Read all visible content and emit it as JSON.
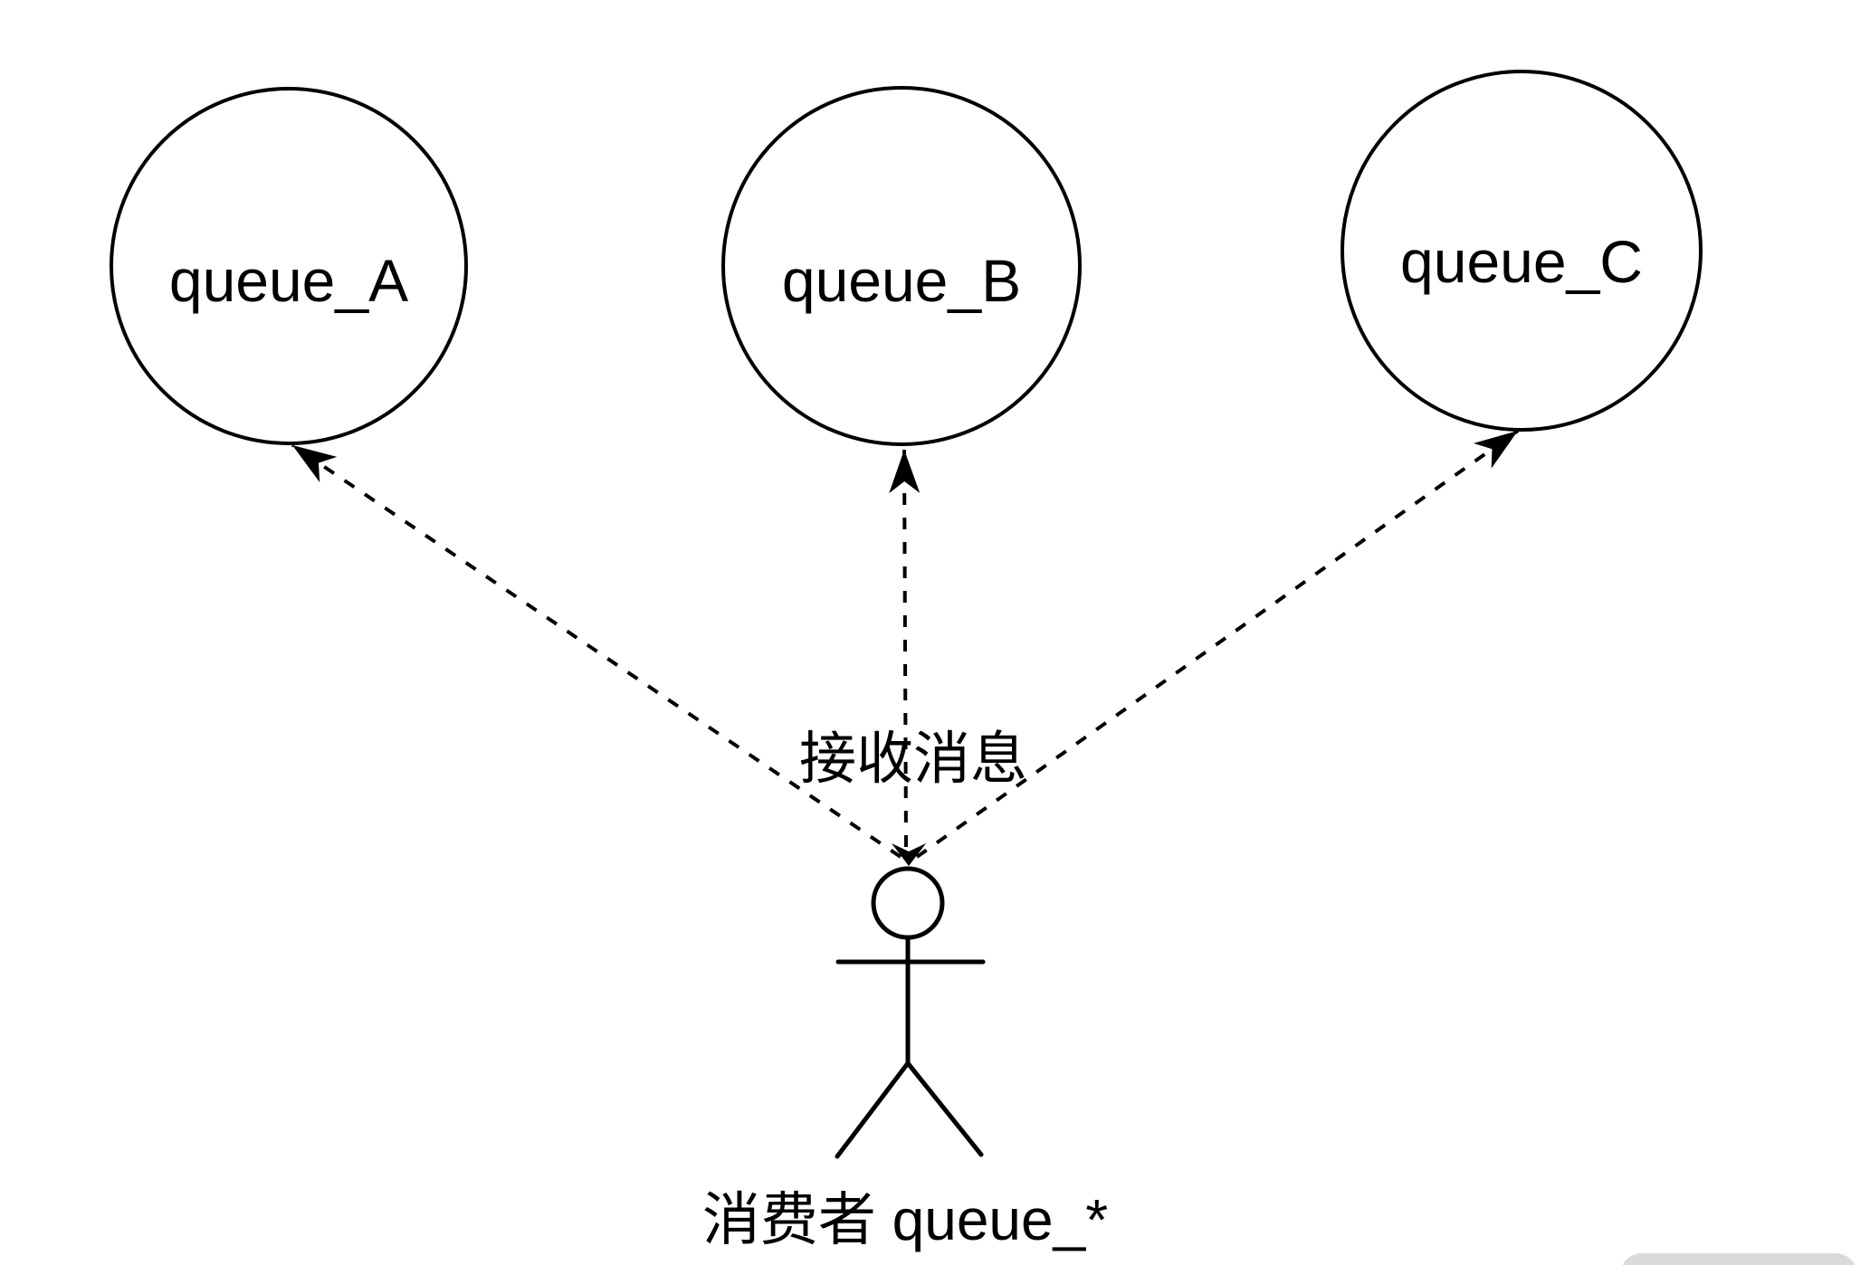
{
  "canvas": {
    "background_color": "#ffffff",
    "stroke_color": "#000000"
  },
  "nodes": [
    {
      "label": "queue_A",
      "shape": "circle"
    },
    {
      "label": "queue_B",
      "shape": "circle"
    },
    {
      "label": "queue_C",
      "shape": "circle"
    }
  ],
  "edges": {
    "style": "dashed",
    "receive_label": "接收消息"
  },
  "actor": {
    "label": "消费者 queue_*"
  },
  "misc": {
    "corner_widget_color": "#dadada"
  }
}
